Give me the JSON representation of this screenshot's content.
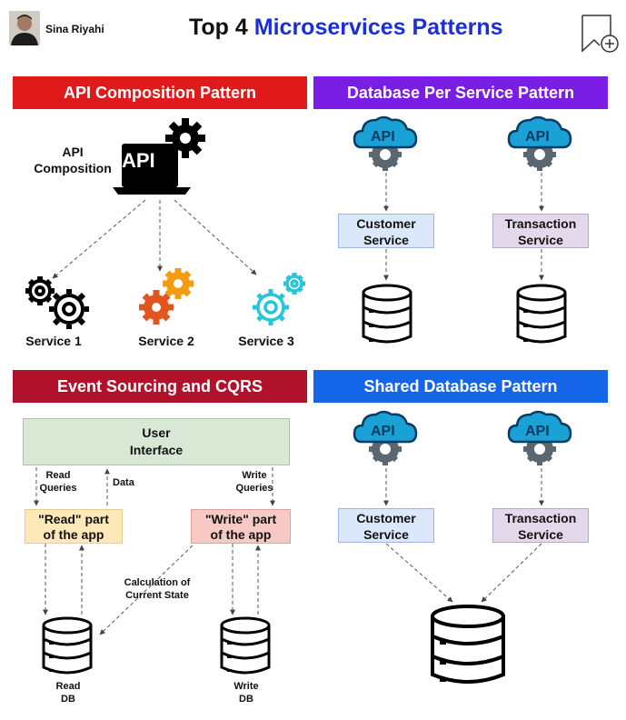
{
  "author": {
    "name": "Sina Riyahi"
  },
  "title": {
    "prefix": "Top 4",
    "highlight": "Microservices Patterns"
  },
  "icons": {
    "avatar": "author-avatar",
    "corner": "bookmark-plus-icon",
    "api": "api-cloud-gear-icon",
    "database": "database-icon",
    "gear": "gear-icon"
  },
  "colors": {
    "api_composition": "#e01a1a",
    "database_per_service": "#7a1ee6",
    "event_sourcing": "#b0122b",
    "shared_database": "#1565e8",
    "title_highlight": "#1a2fd6"
  },
  "api_composition": {
    "header": "API Composition Pattern",
    "composer_label": "API\nComposition",
    "laptop_text": "API",
    "services": [
      "Service 1",
      "Service 2",
      "Service 3"
    ]
  },
  "database_per_service": {
    "header": "Database Per Service Pattern",
    "api_text": "API",
    "services": [
      "Customer\nService",
      "Transaction\nService"
    ]
  },
  "event_sourcing": {
    "header": "Event Sourcing and CQRS",
    "ui": "User\nInterface",
    "read_queries": "Read\nQueries",
    "data": "Data",
    "write_queries": "Write\nQueries",
    "read_part": "\"Read\" part\nof the app",
    "write_part": "\"Write\" part\nof the app",
    "calc": "Calculation of\nCurrent State",
    "read_db": "Read\nDB",
    "write_db": "Write\nDB"
  },
  "shared_database": {
    "header": "Shared Database Pattern",
    "api_text": "API",
    "services": [
      "Customer\nService",
      "Transaction\nService"
    ]
  }
}
